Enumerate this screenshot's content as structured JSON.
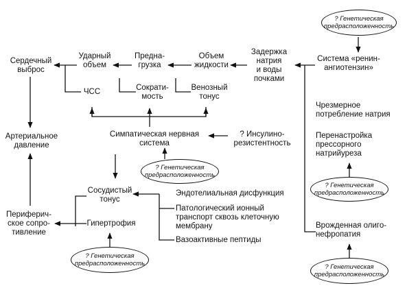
{
  "nodes": {
    "cardiac_output": [
      "Сердечный",
      "выброс"
    ],
    "stroke_volume": [
      "Ударный",
      "объем"
    ],
    "preload": [
      "Предна-",
      "грузка"
    ],
    "fluid_volume": [
      "Объем",
      "жидкости"
    ],
    "sodium_retention": [
      "Задержка",
      "натрия",
      "и воды",
      "почками"
    ],
    "raas": [
      "Система «ренин-",
      "ангиотензин»"
    ],
    "heart_rate": [
      "ЧСС"
    ],
    "contractility": [
      "Сократи-",
      "мость"
    ],
    "venous_tone": [
      "Венозный",
      "тонус"
    ],
    "excess_sodium": [
      "Чрезмерное",
      "потребление натрия"
    ],
    "arterial_pressure": [
      "Артериальное",
      "давление"
    ],
    "sympathetic": [
      "Симпатическая нервная",
      "система"
    ],
    "insulin_resistance": [
      "? Инсулино-",
      "резистентность"
    ],
    "pressure_natriuresis": [
      "Перенастройка",
      "прессорного",
      "натрийуреза"
    ],
    "vascular_tone": [
      "Сосудистый",
      "тонус"
    ],
    "endothelial": [
      "Эндотелиальная дисфункция"
    ],
    "ion_transport": [
      "Патологический ионный",
      "транспорт сквозь клеточную",
      "мембрану"
    ],
    "vasoactive": [
      "Вазоактивные пептиды"
    ],
    "peripheral_resistance": [
      "Периферич-",
      "ское сопро-",
      "тивление"
    ],
    "hypertrophy": [
      "Гипертрофия"
    ],
    "oligonephropathy": [
      "Врожденная олиго-",
      "нефропатия"
    ]
  },
  "genetic": [
    "? Генетическая",
    "предрасположенность"
  ]
}
